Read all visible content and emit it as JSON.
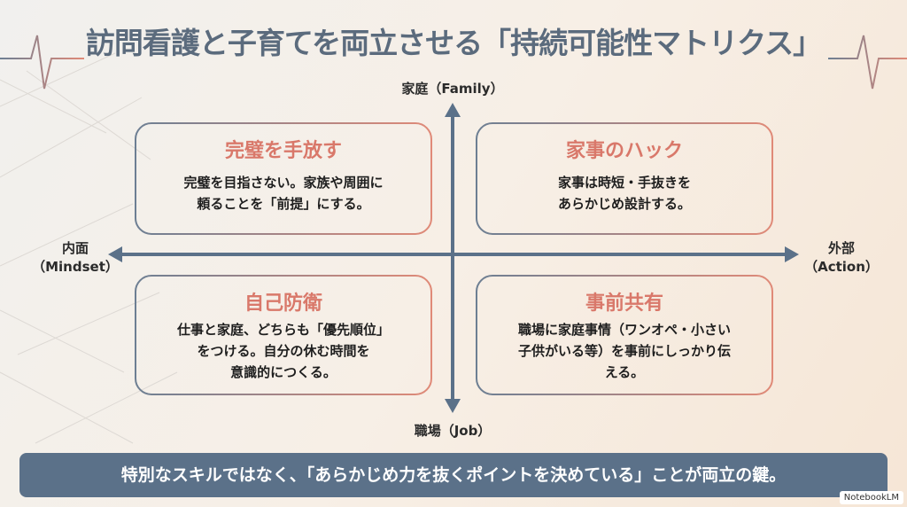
{
  "title": "訪問看護と子育てを両立させる「持続可能性マトリクス」",
  "axes": {
    "top": "家庭（Family）",
    "bottom": "職場（Job）",
    "left_line1": "内面",
    "left_line2": "（Mindset）",
    "right_line1": "外部",
    "right_line2": "（Action）"
  },
  "quadrants": [
    {
      "title": "完璧を手放す",
      "lines": [
        "完璧を目指さない。家族や周囲に",
        "頼ることを「前提」にする。"
      ]
    },
    {
      "title": "家事のハック",
      "lines": [
        "家事は時短・手抜きを",
        "あらかじめ設計する。"
      ]
    },
    {
      "title": "自己防衛",
      "lines": [
        "仕事と家庭、どちらも「優先順位」",
        "をつける。自分の休む時間を",
        "意識的につくる。"
      ]
    },
    {
      "title": "事前共有",
      "lines": [
        "職場に家庭事情（ワンオペ・小さい",
        "子供がいる等）を事前にしっかり伝",
        "える。"
      ]
    }
  ],
  "banner": "特別なスキルではなく、「あらかじめ力を抜くポイントを決めている」ことが両立の鍵。",
  "watermark": "NotebookLM",
  "colors": {
    "accent": "#d9786a",
    "axis": "#5b7189",
    "title": "#5b6b7d"
  }
}
